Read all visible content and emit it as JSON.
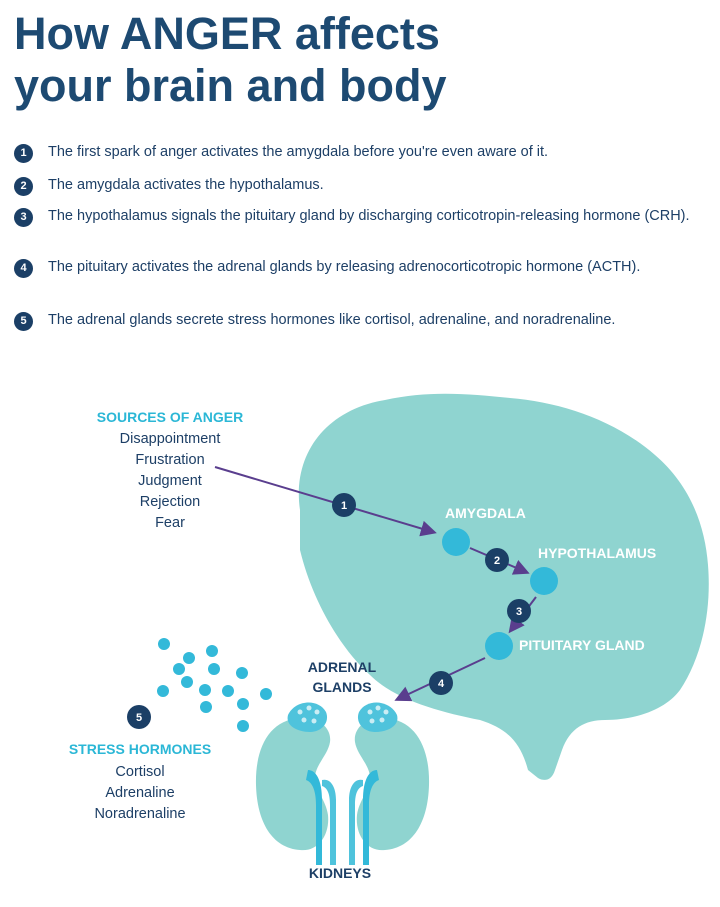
{
  "title": {
    "line1": "How ANGER affects",
    "line2": "your brain and body"
  },
  "steps": [
    {
      "num": "1",
      "text": "The first spark of anger activates the amygdala before you're even aware of it."
    },
    {
      "num": "2",
      "text": "The amygdala activates the hypothalamus."
    },
    {
      "num": "3",
      "text": "The hypothalamus signals the pituitary gland by discharging corticotropin-releasing hormone (CRH)."
    },
    {
      "num": "4",
      "text": "The pituitary activates the adrenal glands by releasing adrenocorticotropic hormone (ACTH)."
    },
    {
      "num": "5",
      "text": "The adrenal glands secrete stress hormones like cortisol, adrenaline, and noradrenaline."
    }
  ],
  "diagram": {
    "sources": {
      "heading": "SOURCES OF ANGER",
      "items": [
        "Disappointment",
        "Frustration",
        "Judgment",
        "Rejection",
        "Fear"
      ]
    },
    "brain_labels": {
      "amygdala": "AMYGDALA",
      "hypothalamus": "HYPOTHALAMUS",
      "pituitary": "PITUITARY GLAND"
    },
    "adrenal": {
      "line1": "ADRENAL",
      "line2": "GLANDS"
    },
    "kidneys": "KIDNEYS",
    "stress": {
      "heading": "STRESS HORMONES",
      "items": [
        "Cortisol",
        "Adrenaline",
        "Noradrenaline"
      ]
    },
    "markers": [
      "1",
      "2",
      "3",
      "4",
      "5"
    ]
  },
  "colors": {
    "brain": "#8fd4d0",
    "node": "#33b9d9",
    "dark": "#1b3f66",
    "accent": "#2bb7d6",
    "arrow": "#5a3e8e"
  }
}
